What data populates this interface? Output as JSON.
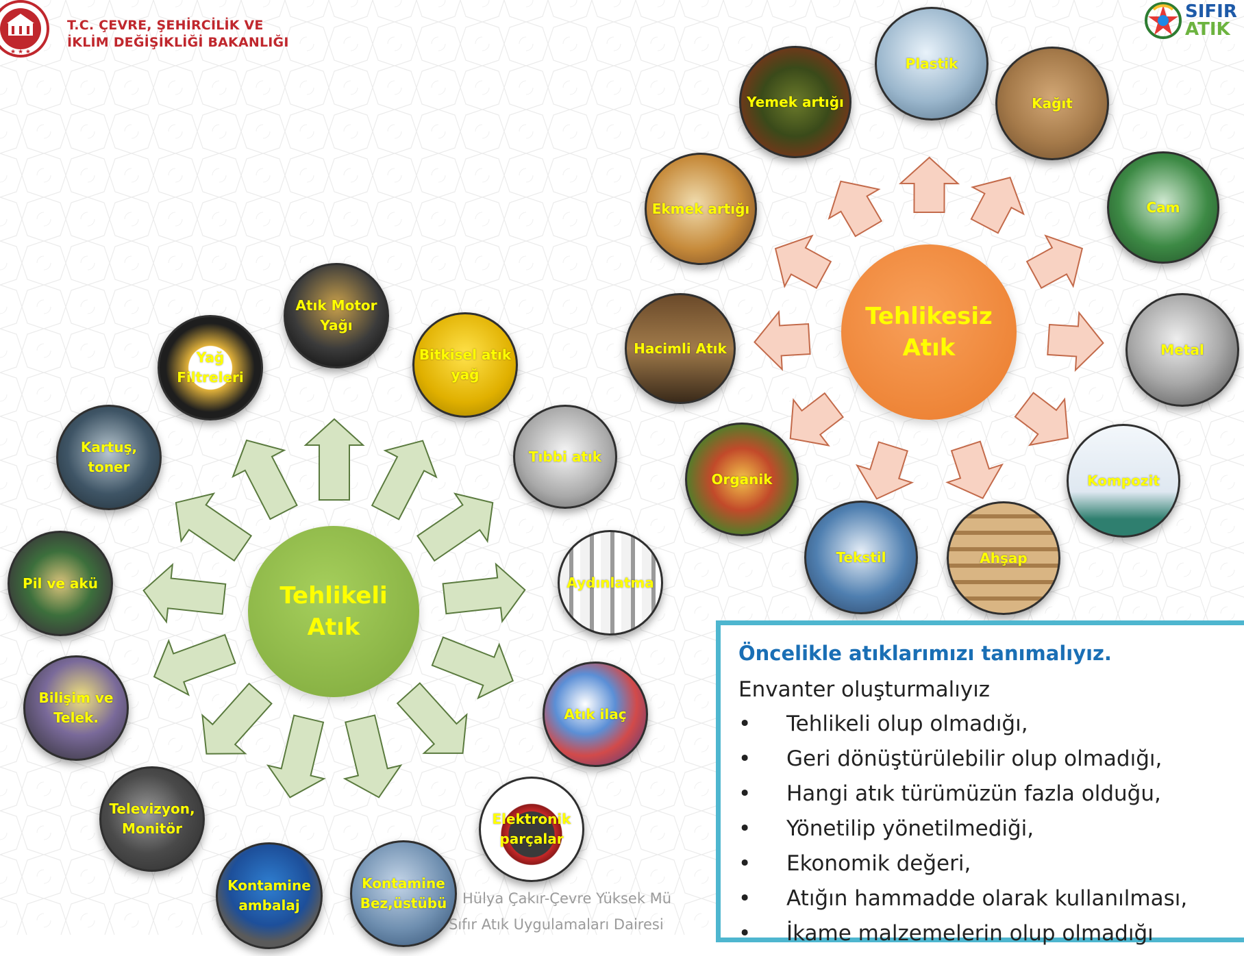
{
  "header": {
    "ministry_line1": "T.C. ÇEVRE, ŞEHİRCİLİK VE",
    "ministry_line2": "İKLİM DEĞİŞİKLİĞİ BAKANLIĞI",
    "brand_line1": "SIFIR",
    "brand_line2": "ATIK"
  },
  "colors": {
    "ministry_red": "#c0272d",
    "label_yellow": "#ffff00",
    "hazardous_hub": "#8fb94a",
    "hazardous_arrow_fill": "#d6e4c2",
    "hazardous_arrow_stroke": "#5a7a3e",
    "nonhazardous_hub": "#f28a3c",
    "nonhazardous_arrow_fill": "#f8d2c2",
    "nonhazardous_arrow_stroke": "#c36a4a",
    "info_border": "#4eb6cf",
    "info_title": "#1a6fb5"
  },
  "hazardous": {
    "hub_line1": "Tehlikeli",
    "hub_line2": "Atık",
    "items": [
      {
        "label": "Atık Motor Yağı",
        "icon": "motor-oil-photo"
      },
      {
        "label": "Bitkisel atık yağ",
        "icon": "vegetable-oil-photo"
      },
      {
        "label": "Tıbbi atık",
        "icon": "medical-waste-photo"
      },
      {
        "label": "Aydınlatma",
        "icon": "fluorescent-tube-photo"
      },
      {
        "label": "Atık ilaç",
        "icon": "pills-photo"
      },
      {
        "label": "Elektronik parçalar",
        "icon": "computer-mouse-photo"
      },
      {
        "label": "Kontamine Bez,üstübü",
        "icon": "contaminated-cloth-photo"
      },
      {
        "label": "Kontamine ambalaj",
        "icon": "contaminated-drum-photo"
      },
      {
        "label": "Televizyon, Monitör",
        "icon": "tv-monitor-photo"
      },
      {
        "label": "Bilişim ve Telek.",
        "icon": "it-devices-photo"
      },
      {
        "label": "Pil ve akü",
        "icon": "batteries-photo"
      },
      {
        "label": "Kartuş, toner",
        "icon": "ink-cartridge-photo"
      },
      {
        "label": "Yağ Filtreleri",
        "icon": "oil-filter-photo"
      }
    ]
  },
  "nonhazardous": {
    "hub_line1": "Tehlikesiz",
    "hub_line2": "Atık",
    "items": [
      {
        "label": "Plastik",
        "icon": "plastic-bottles-photo"
      },
      {
        "label": "Kağıt",
        "icon": "cardboard-photo"
      },
      {
        "label": "Cam",
        "icon": "glass-bottles-photo"
      },
      {
        "label": "Metal",
        "icon": "metal-cans-photo"
      },
      {
        "label": "Kompozit",
        "icon": "composite-carton-photo"
      },
      {
        "label": "Ahşap",
        "icon": "wood-pallets-photo"
      },
      {
        "label": "Tekstil",
        "icon": "textile-photo"
      },
      {
        "label": "Organik",
        "icon": "organic-waste-photo"
      },
      {
        "label": "Hacimli Atık",
        "icon": "bulky-furniture-photo"
      },
      {
        "label": "Ekmek artığı",
        "icon": "bread-photo"
      },
      {
        "label": "Yemek artığı",
        "icon": "food-leftover-photo"
      }
    ]
  },
  "info": {
    "title": "Öncelikle atıklarımızı tanımalıyız.",
    "subtitle": "Envanter oluşturmalıyız",
    "bullet_char": "•",
    "bullets": [
      "Tehlikeli olup olmadığı,",
      "Geri dönüştürülebilir olup olmadığı,",
      "Hangi atık türümüzün fazla olduğu,",
      "Yönetilip yönetilmediği,",
      "Ekonomik değeri,",
      "Atığın  hammadde olarak kullanılması,",
      "İkame malzemelerin olup olmadığı"
    ]
  },
  "footer": {
    "line1": "Hülya Çakır-Çevre Yüksek Mü",
    "line2": "Sıfır Atık Uygulamaları Dairesi"
  }
}
